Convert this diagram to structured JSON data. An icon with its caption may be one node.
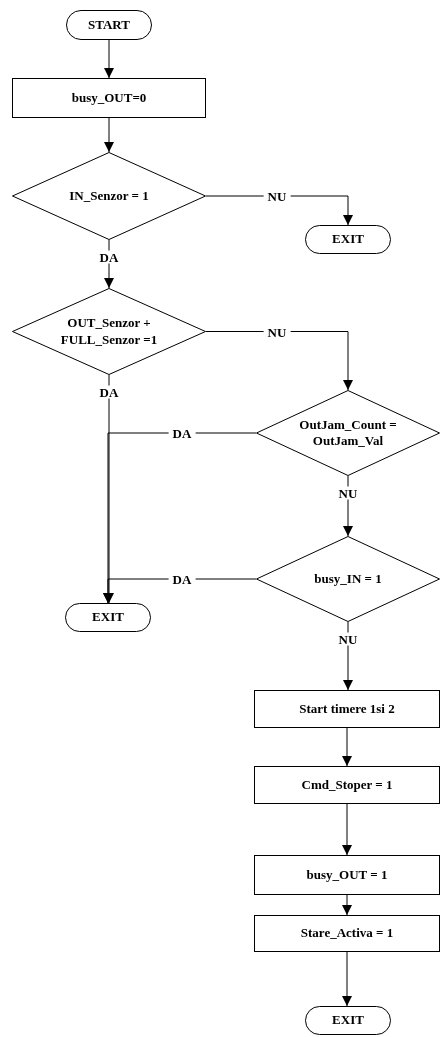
{
  "diagram": {
    "nodes": [
      {
        "text": [
          "START"
        ]
      },
      {
        "text": [
          "busy_OUT=0"
        ]
      },
      {
        "text": [
          "IN_Senzor = 1"
        ]
      },
      {
        "text": [
          "EXIT"
        ]
      },
      {
        "text": [
          "OUT_Senzor + FULL_Senzor =1"
        ]
      },
      {
        "text": [
          "OutJam_Count = OutJam_Val"
        ]
      },
      {
        "text": [
          "busy_IN = 1"
        ]
      },
      {
        "text": [
          "EXIT"
        ]
      },
      {
        "text": [
          "Start timere 1si 2"
        ]
      },
      {
        "text": [
          "Cmd_Stoper = 1"
        ]
      },
      {
        "text": [
          "busy_OUT = 1"
        ]
      },
      {
        "text": [
          "Stare_Activa = 1"
        ]
      },
      {
        "text": [
          "EXIT"
        ]
      }
    ],
    "edges": [
      {
        "from": 0,
        "to": 1,
        "arrow": "to"
      },
      {
        "from": 1,
        "to": 2,
        "arrow": "to"
      },
      {
        "from": 2,
        "to": 3,
        "arrow": "to",
        "label": "NU"
      },
      {
        "from": 2,
        "to": 4,
        "arrow": "to",
        "label": "DA"
      },
      {
        "from": 4,
        "to": 5,
        "arrow": "to",
        "label": "NU"
      },
      {
        "from": 4,
        "to": 7,
        "arrow": "to",
        "label": "DA"
      },
      {
        "from": 5,
        "to": 7,
        "arrow": "to",
        "label": "DA"
      },
      {
        "from": 5,
        "to": 6,
        "arrow": "to",
        "label": "NU"
      },
      {
        "from": 6,
        "to": 7,
        "arrow": "to",
        "label": "DA"
      },
      {
        "from": 6,
        "to": 8,
        "arrow": "to",
        "label": "NU"
      },
      {
        "from": 8,
        "to": 9,
        "arrow": "to"
      },
      {
        "from": 9,
        "to": 10,
        "arrow": "to"
      },
      {
        "from": 10,
        "to": 11,
        "arrow": "to"
      },
      {
        "from": 11,
        "to": 12,
        "arrow": "to"
      }
    ]
  }
}
